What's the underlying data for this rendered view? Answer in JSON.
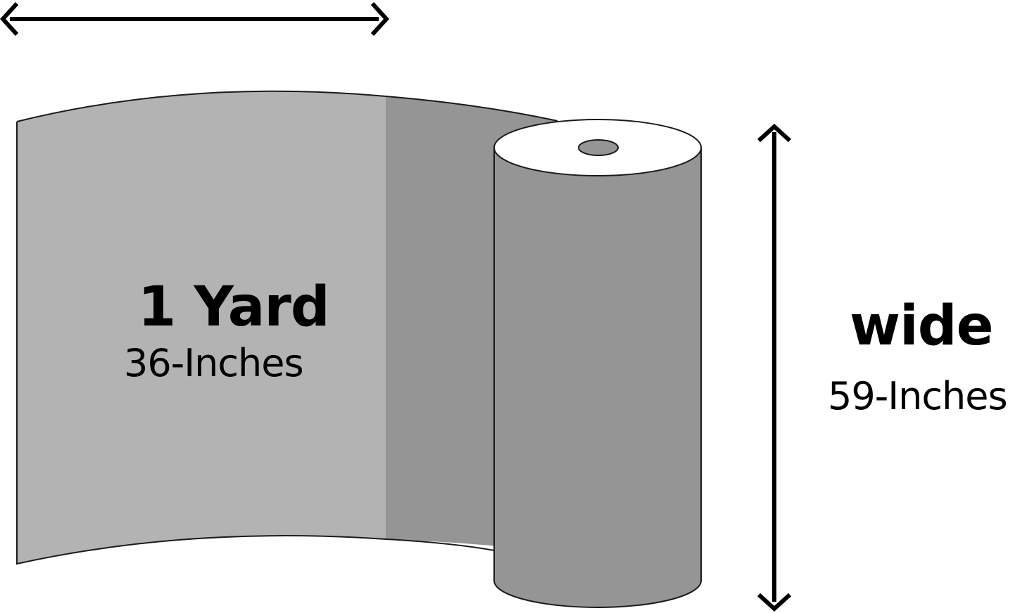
{
  "length": {
    "title": "1 Yard",
    "measurement": "36-Inches"
  },
  "width": {
    "title": "wide",
    "measurement": "59-Inches"
  },
  "colors": {
    "sheet_light": "#b3b3b3",
    "sheet_dark": "#959595",
    "roll_body": "#959595",
    "roll_top": "#ffffff",
    "roll_core": "#959595",
    "outline": "#1a1a1a",
    "arrow": "#000000"
  }
}
